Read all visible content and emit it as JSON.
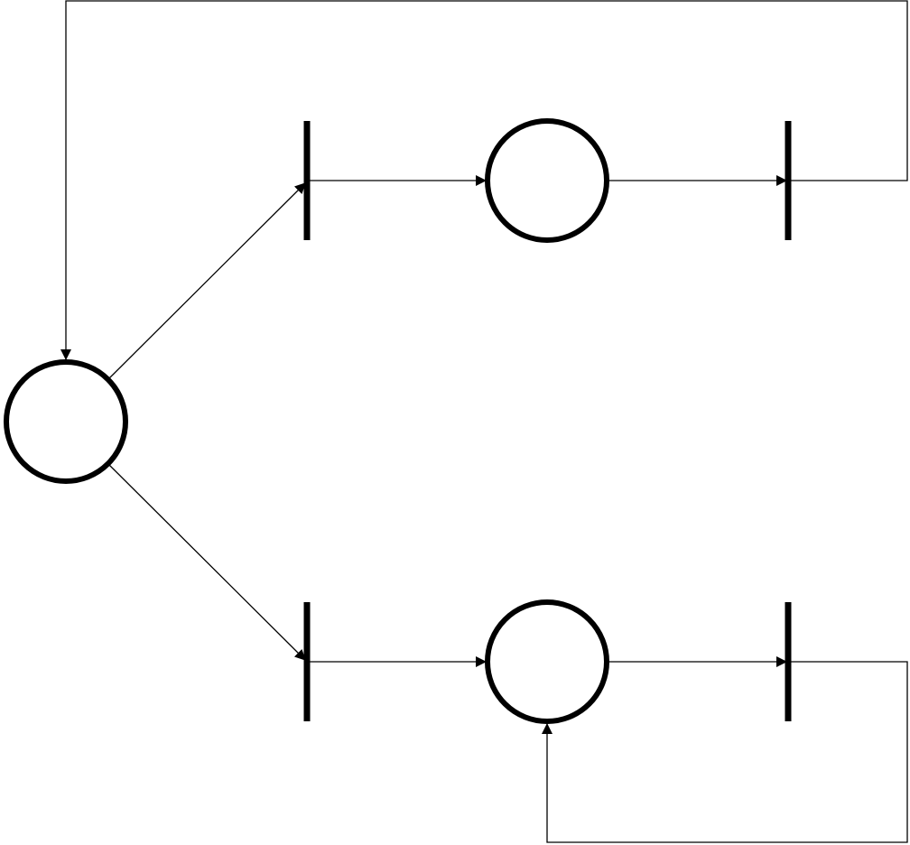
{
  "diagram": {
    "type": "petri-net",
    "stroke_color": "#000000",
    "background_color": "#ffffff",
    "places": [
      {
        "id": "p0"
      },
      {
        "id": "p1"
      },
      {
        "id": "p2"
      }
    ],
    "transitions": [
      {
        "id": "t_top_in"
      },
      {
        "id": "t_top_out"
      },
      {
        "id": "t_bottom_in"
      },
      {
        "id": "t_bottom_out"
      }
    ],
    "arcs": [
      {
        "from": "p0",
        "to": "t_top_in"
      },
      {
        "from": "t_top_in",
        "to": "p1"
      },
      {
        "from": "p1",
        "to": "t_top_out"
      },
      {
        "from": "t_top_out",
        "to": "p0"
      },
      {
        "from": "p0",
        "to": "t_bottom_in"
      },
      {
        "from": "t_bottom_in",
        "to": "p2"
      },
      {
        "from": "p2",
        "to": "t_bottom_out"
      },
      {
        "from": "t_bottom_out",
        "to": "p2"
      }
    ]
  }
}
